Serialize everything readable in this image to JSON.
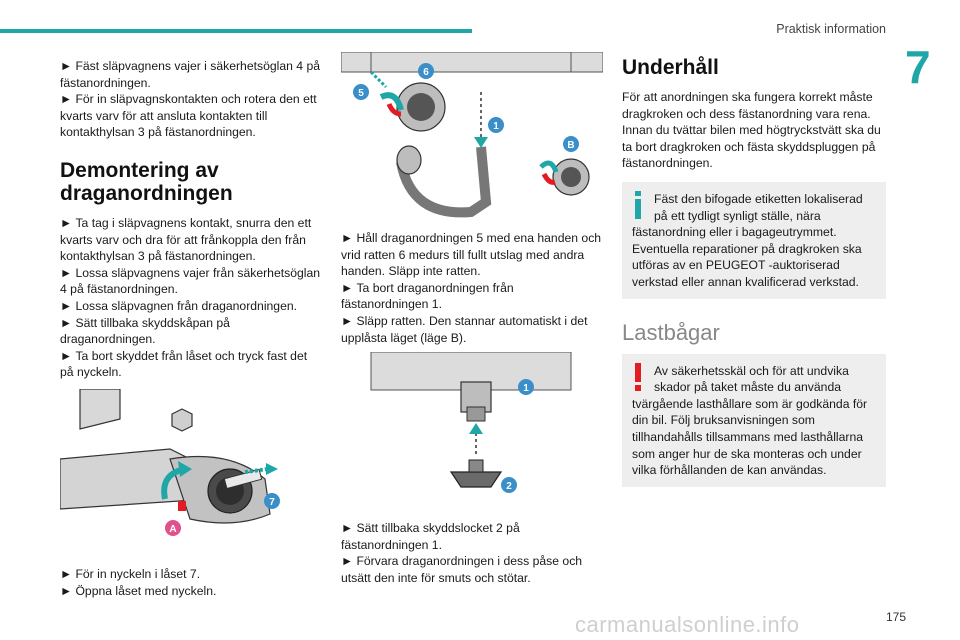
{
  "header": {
    "section": "Praktisk information",
    "chapter": "7"
  },
  "col1": {
    "intro": [
      "Fäst släpvagnens vajer i säkerhetsöglan 4 på fästanordningen.",
      "För in släpvagnskontakten och rotera den ett kvarts varv för att ansluta kontakten till kontakthylsan 3 på fästanordningen."
    ],
    "heading": "Demontering av draganordningen",
    "steps": [
      "Ta tag i släpvagnens kontakt, snurra den ett kvarts varv och dra för att frånkoppla den från kontakthylsan 3 på fästanordningen.",
      "Lossa släpvagnens vajer från säkerhetsöglan 4 på fästanordningen.",
      "Lossa släpvagnen från draganordningen.",
      "Sätt tillbaka skyddskåpan på draganordningen.",
      "Ta bort skyddet från låset och tryck fast det på nyckeln."
    ],
    "fig_labels": {
      "a": "7",
      "b": "A"
    },
    "after": [
      "För in nyckeln i låset 7.",
      "Öppna låset med nyckeln."
    ]
  },
  "col2": {
    "fig1_labels": {
      "n6": "6",
      "n5": "5",
      "n1": "1",
      "nB": "B"
    },
    "steps1": [
      "Håll draganordningen 5 med ena handen och vrid ratten 6 medurs till fullt utslag med andra handen. Släpp inte ratten.",
      "Ta bort draganordningen från fästanordningen 1.",
      "Släpp ratten. Den stannar automatiskt i det upplåsta läget (läge B)."
    ],
    "fig2_labels": {
      "n1": "1",
      "n2": "2"
    },
    "steps2": [
      "Sätt tillbaka skyddslocket 2 på fästanordningen 1.",
      "Förvara draganordningen i dess påse och utsätt den inte för smuts och stötar."
    ]
  },
  "col3": {
    "heading1": "Underhåll",
    "para1": "För att anordningen ska fungera korrekt måste dragkroken och dess fästanordning vara rena. Innan du tvättar bilen med högtryckstvätt ska du ta bort dragkroken och fästa skyddspluggen på fästanordningen.",
    "info_text": "Fäst den bifogade etiketten lokaliserad på ett tydligt synligt ställe, nära fästanordning eller i bagageutrymmet. Eventuella reparationer på dragkroken ska utföras av en PEUGEOT -auktoriserad verkstad eller annan kvalificerad verkstad.",
    "heading2": "Lastbågar",
    "warn_text": "Av säkerhetsskäl och för att undvika skador på taket måste du använda tvärgående lasthållare som är godkända för din bil. Följ bruksanvisningen som tillhandahålls tillsammans med lasthållarna som anger hur de ska monteras och under vilka förhållanden de kan användas."
  },
  "footer": {
    "page": "175",
    "watermark": "carmanualsonline.info"
  },
  "colors": {
    "teal": "#1fa7a7",
    "red": "#e31b23",
    "badge": "#3a8fc9"
  }
}
